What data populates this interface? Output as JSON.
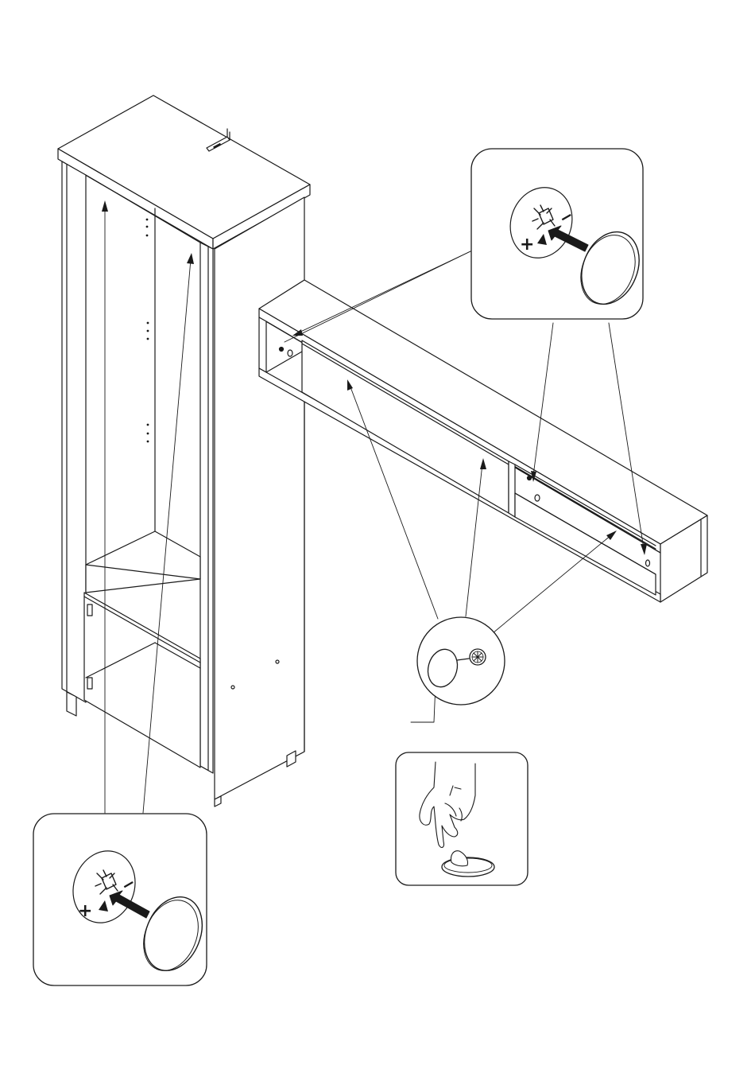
{
  "figure": {
    "main_parts": [
      "tall-cabinet",
      "wall-shelf"
    ],
    "detail_callouts": [
      "cap-fitting-detail-top",
      "cap-fitting-detail-bottom",
      "screw-cover-detail",
      "peel-sticker-detail"
    ],
    "symbols": {
      "plus": "+",
      "minus": "−"
    }
  }
}
